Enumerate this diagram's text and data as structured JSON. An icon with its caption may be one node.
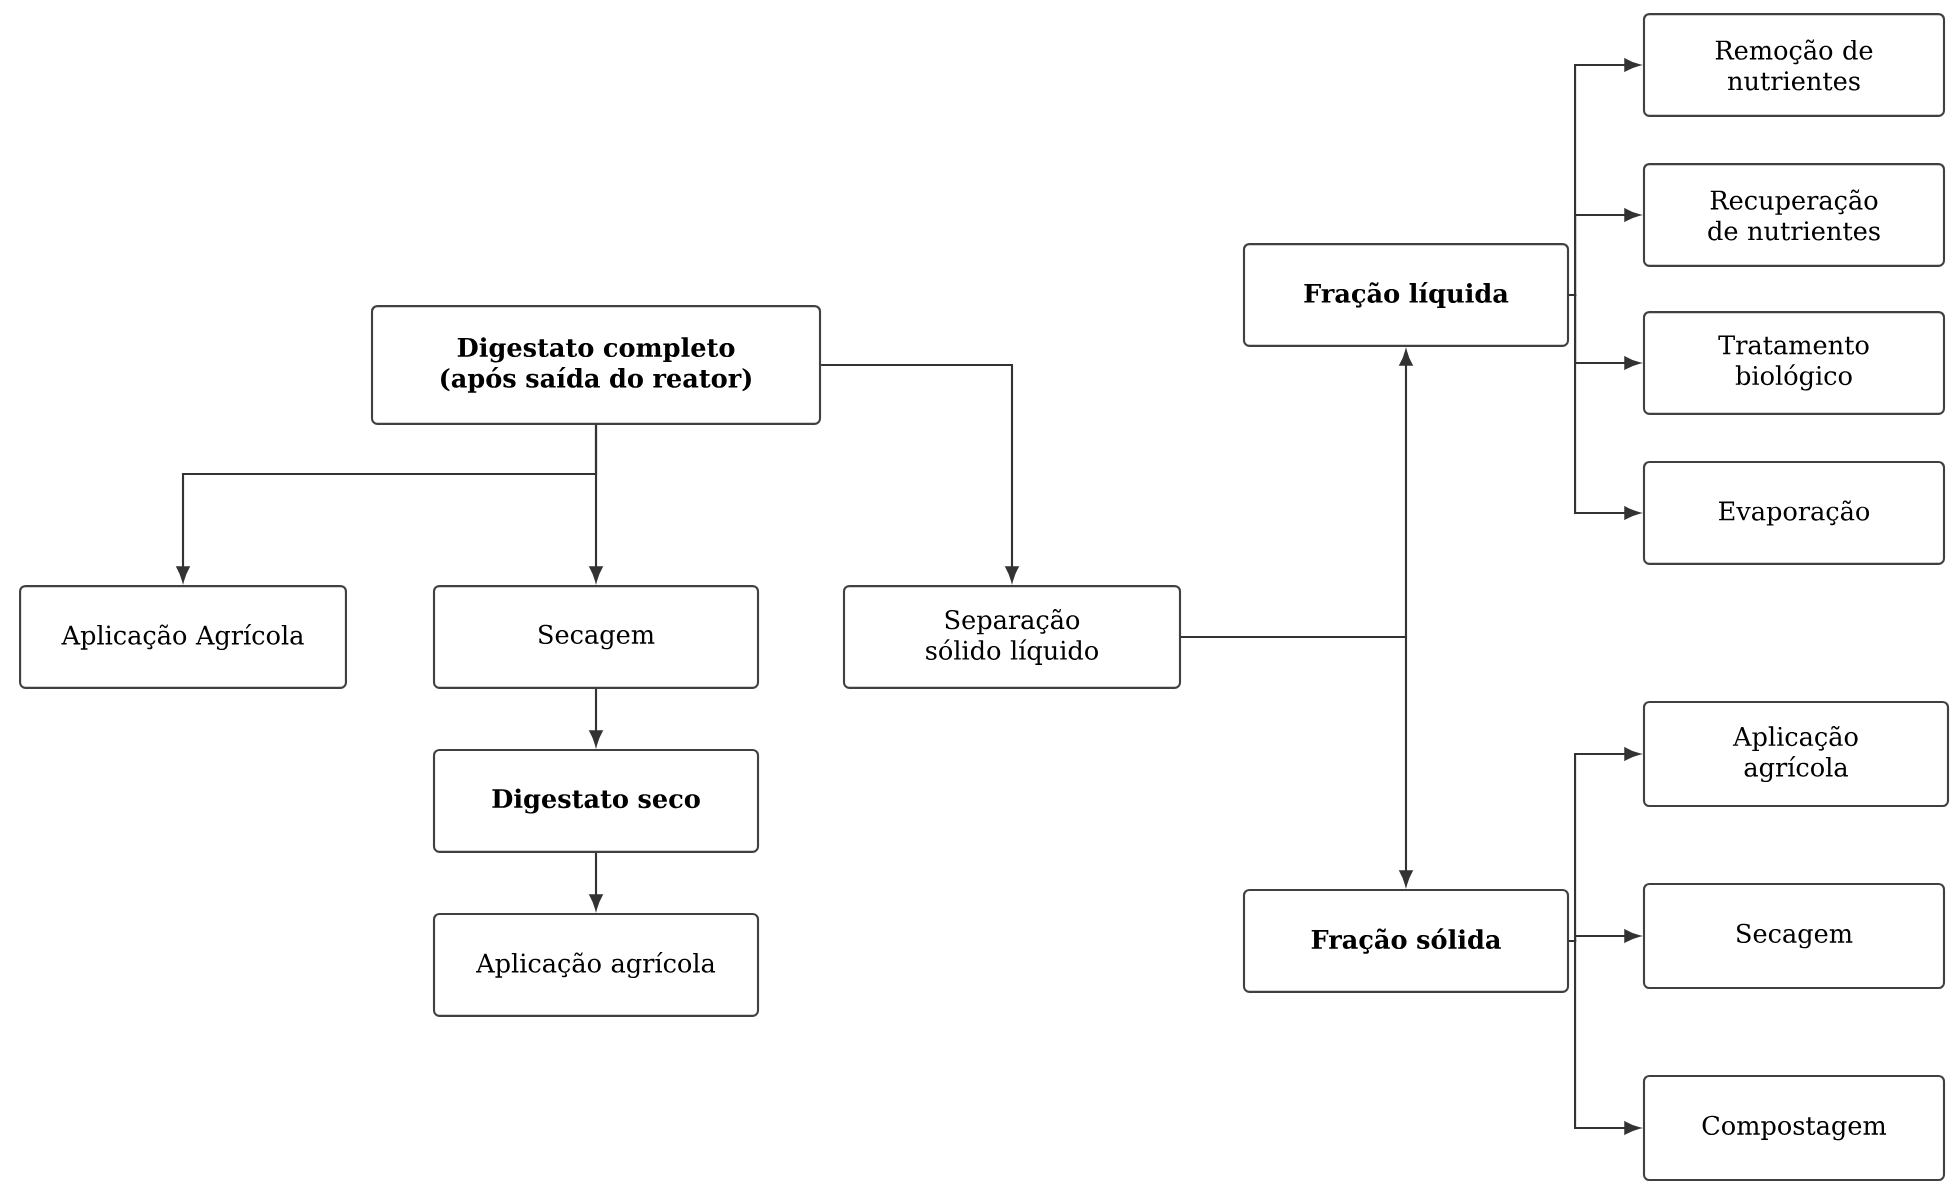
{
  "diagram": {
    "nodes": [
      {
        "text": [
          "Digestato completo (após saída do reator)"
        ]
      },
      {
        "text": [
          "Aplicação Agrícola"
        ]
      },
      {
        "text": [
          "Secagem"
        ]
      },
      {
        "text": [
          "Separação sólido líquido"
        ]
      },
      {
        "text": [
          "Digestato seco"
        ]
      },
      {
        "text": [
          "Aplicação agrícola"
        ]
      },
      {
        "text": [
          "Fração líquida"
        ]
      },
      {
        "text": [
          "Remoção de nutrientes"
        ]
      },
      {
        "text": [
          "Recuperação de nutrientes"
        ]
      },
      {
        "text": [
          "Tratamento biológico"
        ]
      },
      {
        "text": [
          "Evaporação"
        ]
      },
      {
        "text": [
          "Fração sólida"
        ]
      },
      {
        "text": [
          "Aplicação agrícola"
        ]
      },
      {
        "text": [
          "Secagem"
        ]
      },
      {
        "text": [
          "Compostagem"
        ]
      }
    ],
    "edges": [
      {
        "from": 0,
        "to": 1,
        "arrow": "to"
      },
      {
        "from": 0,
        "to": 2,
        "arrow": "to"
      },
      {
        "from": 0,
        "to": 3,
        "arrow": "to"
      },
      {
        "from": 2,
        "to": 4,
        "arrow": "to"
      },
      {
        "from": 4,
        "to": 5,
        "arrow": "to"
      },
      {
        "from": 3,
        "to": 6,
        "arrow": "to"
      },
      {
        "from": 3,
        "to": 11,
        "arrow": "to"
      },
      {
        "from": 6,
        "to": 7,
        "arrow": "to"
      },
      {
        "from": 6,
        "to": 8,
        "arrow": "to"
      },
      {
        "from": 6,
        "to": 9,
        "arrow": "to"
      },
      {
        "from": 6,
        "to": 10,
        "arrow": "to"
      },
      {
        "from": 11,
        "to": 12,
        "arrow": "to"
      },
      {
        "from": 11,
        "to": 13,
        "arrow": "to"
      },
      {
        "from": 11,
        "to": 14,
        "arrow": "to"
      }
    ]
  }
}
